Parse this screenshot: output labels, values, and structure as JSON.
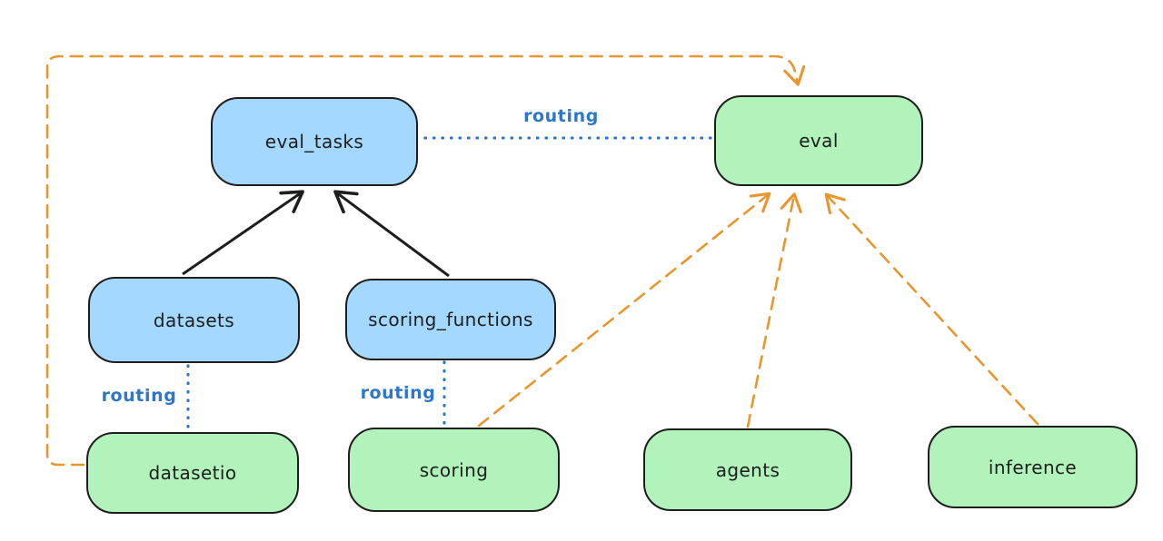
{
  "nodes": {
    "eval_tasks": {
      "label": "eval_tasks",
      "color": "blue"
    },
    "datasets": {
      "label": "datasets",
      "color": "blue"
    },
    "scoring_functions": {
      "label": "scoring_functions",
      "color": "blue"
    },
    "eval": {
      "label": "eval",
      "color": "green"
    },
    "datasetio": {
      "label": "datasetio",
      "color": "green"
    },
    "scoring": {
      "label": "scoring",
      "color": "green"
    },
    "agents": {
      "label": "agents",
      "color": "green"
    },
    "inference": {
      "label": "inference",
      "color": "green"
    }
  },
  "edges": [
    {
      "from": "datasets",
      "to": "eval_tasks",
      "style": "solid",
      "color": "black",
      "arrow": true,
      "label": ""
    },
    {
      "from": "scoring_functions",
      "to": "eval_tasks",
      "style": "solid",
      "color": "black",
      "arrow": true,
      "label": ""
    },
    {
      "from": "eval_tasks",
      "to": "eval",
      "style": "dotted",
      "color": "blue",
      "arrow": false,
      "label": "routing"
    },
    {
      "from": "datasets",
      "to": "datasetio",
      "style": "dotted",
      "color": "blue",
      "arrow": false,
      "label": "routing"
    },
    {
      "from": "scoring_functions",
      "to": "scoring",
      "style": "dotted",
      "color": "blue",
      "arrow": false,
      "label": "routing"
    },
    {
      "from": "datasetio",
      "to": "eval",
      "style": "dashed",
      "color": "orange",
      "arrow": true,
      "label": ""
    },
    {
      "from": "scoring",
      "to": "eval",
      "style": "dashed",
      "color": "orange",
      "arrow": true,
      "label": ""
    },
    {
      "from": "agents",
      "to": "eval",
      "style": "dashed",
      "color": "orange",
      "arrow": true,
      "label": ""
    },
    {
      "from": "inference",
      "to": "eval",
      "style": "dashed",
      "color": "orange",
      "arrow": true,
      "label": ""
    }
  ],
  "colors": {
    "bg": "#ffffff",
    "stroke_dark": "#1e1e1e",
    "blue_fill": "#a5d8ff",
    "green_fill": "#b2f2bb",
    "routing_blue": "#2e77c8",
    "orange": "#e8962e"
  }
}
